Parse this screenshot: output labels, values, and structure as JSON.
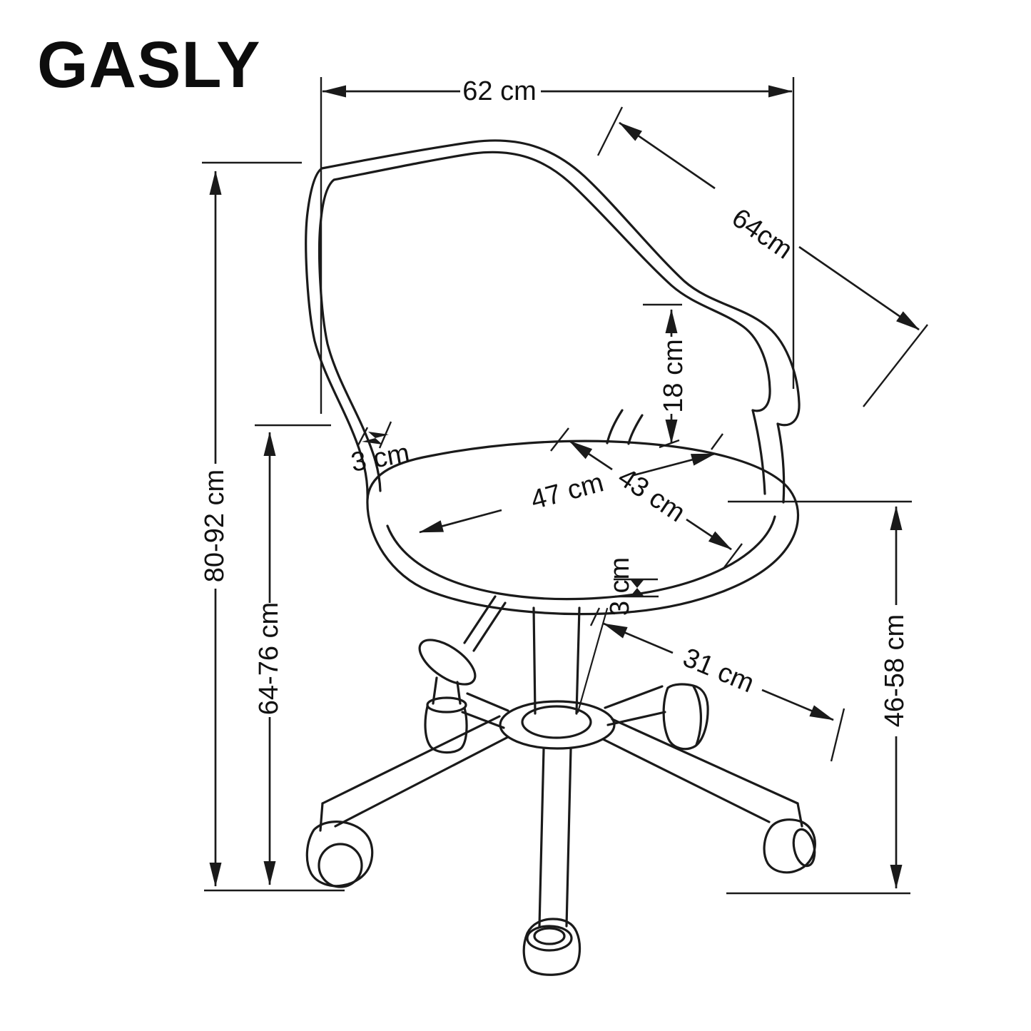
{
  "title": "GASLY",
  "colors": {
    "ink": "#1a1a1a",
    "background": "#ffffff"
  },
  "dims": {
    "overall_width": "62 cm",
    "backrest_diagonal": "64cm",
    "armrest_height_above_seat": "18 cm",
    "backrest_thickness": "3 cm",
    "seat_width": "47 cm",
    "seat_depth": "43 cm",
    "seat_cushion_thickness": "3 cm",
    "base_arm_radius": "31 cm",
    "overall_height": "80-92 cm",
    "armrest_floor_height": "64-76 cm",
    "seat_floor_height": "46-58 cm"
  }
}
